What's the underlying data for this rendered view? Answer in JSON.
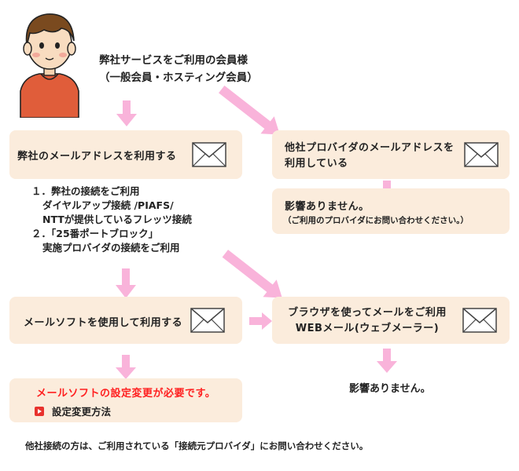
{
  "header": {
    "line1": "弊社サービスをご利用の会員様",
    "line2": "（一般会員・ホスティング会員）"
  },
  "boxes": {
    "own_address": "弊社のメールアドレスを利用する",
    "other_provider_line1": "他社プロバイダのメールアドレスを",
    "other_provider_line2": "利用している",
    "no_effect_1": "影響ありません。",
    "no_effect_1_note": "（ご利用のプロバイダにお問い合わせください。）",
    "mail_soft": "メールソフトを使用して利用する",
    "browser_line1": "ブラウザを使ってメールをご利用",
    "browser_line2": "WEBメール(ウェブメーラー)",
    "no_effect_2": "影響ありません。",
    "change_required": "メールソフトの設定変更が必要です。",
    "change_link": "設定変更方法"
  },
  "conditions": {
    "item1_line1": "１．弊社の接続をご利用",
    "item1_line2": "ダイヤルアップ接続 /PIAFS/",
    "item1_line3": "NTTが提供しているフレッツ接続",
    "item2_line1": "２．「25番ポートブロック」",
    "item2_line2": "実施プロバイダの接続をご利用"
  },
  "footer": "他社接続の方は、ご利用されている「接続元プロバイダ」にお問い合わせください。",
  "icons": {
    "avatar": "person-avatar",
    "envelope": "envelope-icon",
    "play": "play-icon"
  },
  "colors": {
    "box_bg": "#fbecdc",
    "arrow": "#f9b3da",
    "alert": "#ff2020",
    "play_icon": "#e8322d"
  }
}
